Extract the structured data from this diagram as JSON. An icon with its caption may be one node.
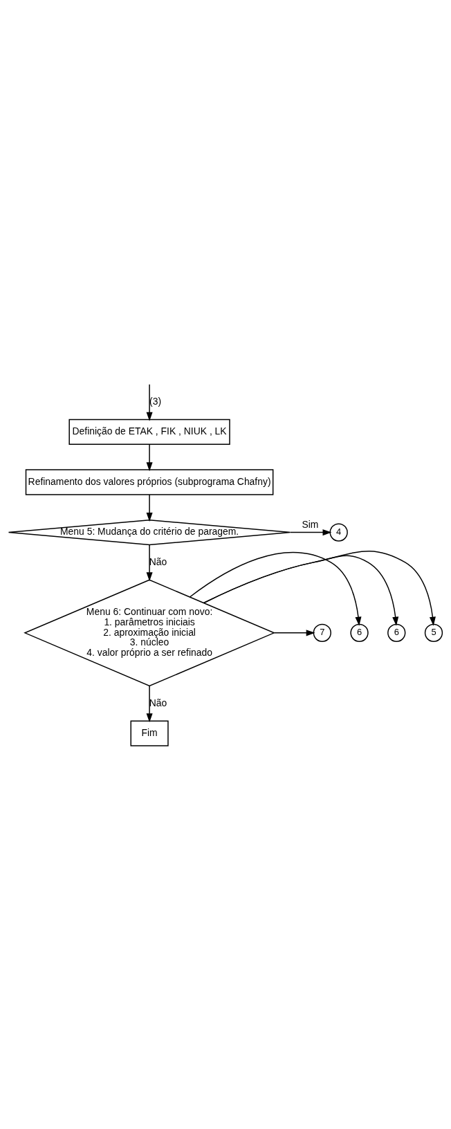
{
  "diagram": {
    "nodes": [
      {
        "text": [
          "Definição de ETAK , FIK , NIUK , LK"
        ]
      },
      {
        "text": [
          "Refinamento dos valores próprios (subprograma Chafny)"
        ]
      },
      {
        "text": [
          "Menu 5: Mudança do critério de paragem."
        ]
      },
      {
        "text": [
          "4"
        ]
      },
      {
        "text": [
          "Menu 6: Continuar com novo:",
          "1. parâmetros iniciais",
          "2. aproximação inicial",
          "3. núcleo",
          "4. valor próprio a ser refinado"
        ]
      },
      {
        "text": [
          "5"
        ]
      },
      {
        "text": [
          "6"
        ]
      },
      {
        "text": [
          "6"
        ]
      },
      {
        "text": [
          "7"
        ]
      },
      {
        "text": [
          "Fim"
        ]
      }
    ],
    "edges": [
      {
        "from": null,
        "to": 0,
        "arrow": "to",
        "label": "(3)"
      },
      {
        "from": 0,
        "to": 1,
        "arrow": "to"
      },
      {
        "from": 1,
        "to": 2,
        "arrow": "to"
      },
      {
        "from": 2,
        "to": 3,
        "arrow": "to",
        "label": "Sim"
      },
      {
        "from": 2,
        "to": 4,
        "arrow": "to",
        "label": "Não"
      },
      {
        "from": 4,
        "to": 5,
        "arrow": "to"
      },
      {
        "from": 4,
        "to": 6,
        "arrow": "to"
      },
      {
        "from": 4,
        "to": 7,
        "arrow": "to"
      },
      {
        "from": 4,
        "to": 8,
        "arrow": "to"
      },
      {
        "from": 4,
        "to": 9,
        "arrow": "to",
        "label": "Não"
      }
    ]
  }
}
